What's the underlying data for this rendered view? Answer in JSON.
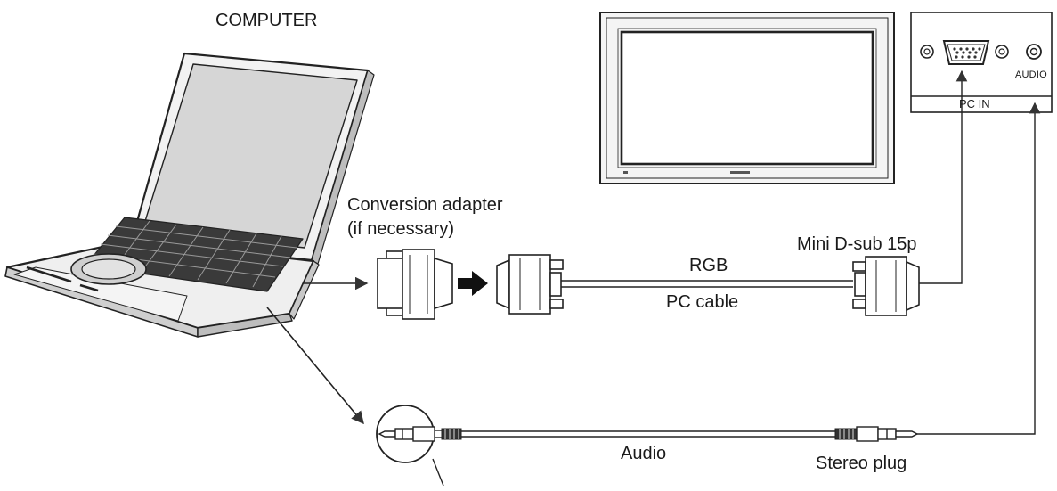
{
  "labels": {
    "computer": "COMPUTER",
    "conversion_adapter": "Conversion adapter",
    "if_necessary": "(if necessary)",
    "rgb": "RGB",
    "pc_cable": "PC cable",
    "mini_dsub": "Mini D-sub 15p",
    "audio_cable": "Audio",
    "stereo_plug": "Stereo plug",
    "panel_audio": "AUDIO",
    "pc_in": "PC IN"
  },
  "colors": {
    "line": "#333333",
    "screen": "#d9d9d9",
    "laptop_body": "#eeeeee",
    "key": "#2b2b2b"
  },
  "icons": {
    "computer": "laptop-icon",
    "display": "flat-panel-display-icon",
    "adapter": "dsub-conversion-adapter-icon",
    "connector": "dsub-connector-icon",
    "plug": "stereo-plug-icon"
  }
}
